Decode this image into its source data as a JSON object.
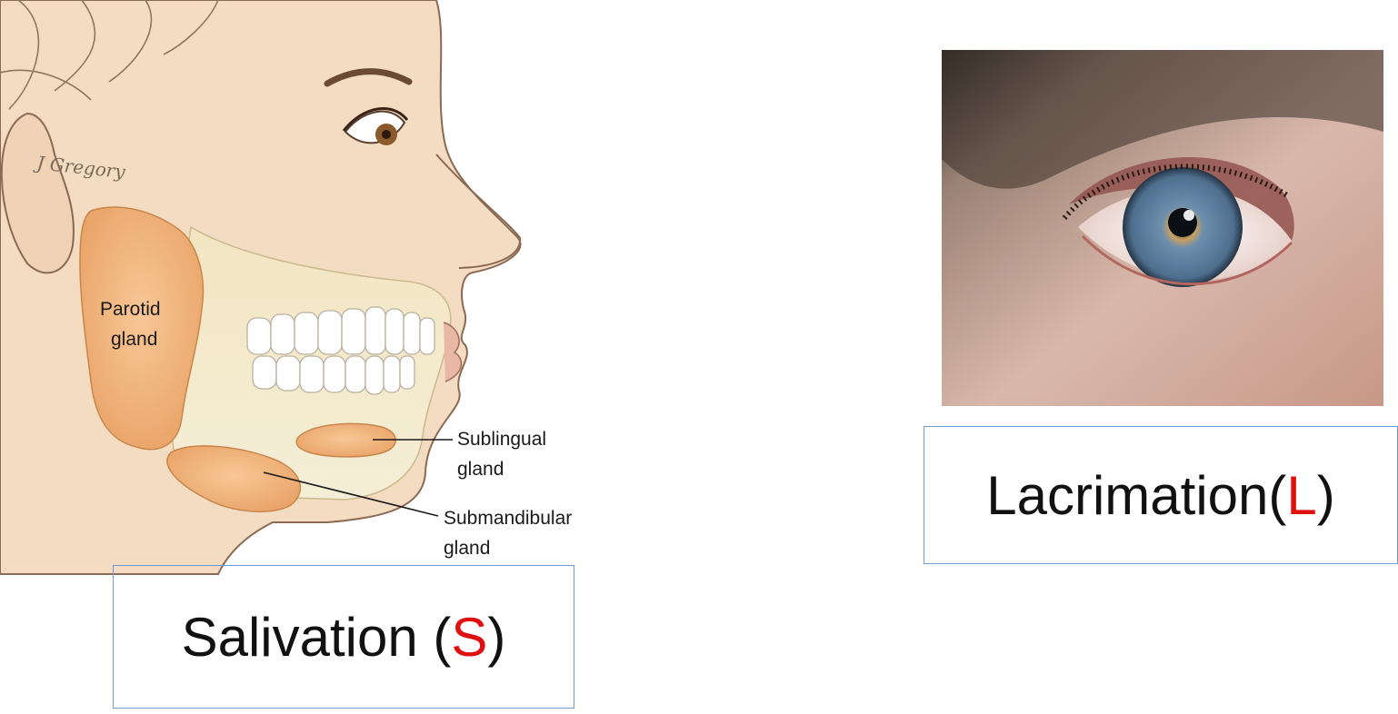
{
  "illustration": {
    "artist_signature": "J Gregory",
    "parotid_label": [
      "Parotid",
      "gland"
    ],
    "sublingual_label": [
      "Sublingual",
      "gland"
    ],
    "submandibular_label": [
      "Submandibular",
      "gland"
    ]
  },
  "salivation": {
    "word": "Salivation (",
    "letter": "S",
    "close": ")"
  },
  "lacrimation": {
    "word": "Lacrimation(",
    "letter": "L",
    "close": ")"
  },
  "colors": {
    "box_border": "#6e9bd6",
    "accent_letter": "#e01010",
    "skin": "#f3dcc3",
    "gland": "#f2b57a"
  }
}
